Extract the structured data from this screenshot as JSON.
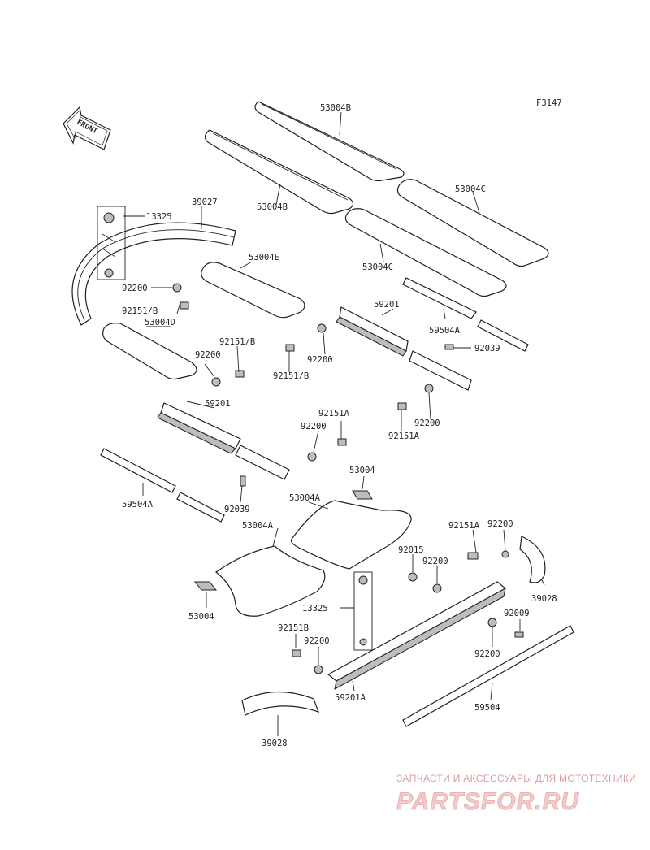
{
  "figure_code": "F3147",
  "front_arrow_label": "FRONT",
  "labels": {
    "p53004B_a": "53004B",
    "p53004B_b": "53004B",
    "p53004C_a": "53004C",
    "p53004C_b": "53004C",
    "p13325_a": "13325",
    "p39027": "39027",
    "p92200_a": "92200",
    "p53004E": "53004E",
    "p92151B_a": "92151/B",
    "p53004D": "53004D",
    "p59201_a": "59201",
    "p59504A_a": "59504A",
    "p92039_a": "92039",
    "p92200_b": "92200",
    "p92151B_b": "92151/B",
    "p92151B_c": "92151/B",
    "p92200_c": "92200",
    "p92200_d": "92200",
    "p59201_b": "59201",
    "p92151A_a": "92151A",
    "p92200_e": "92200",
    "p92151A_b": "92151A",
    "p59504A_b": "59504A",
    "p92039_b": "92039",
    "p53004_a": "53004",
    "p53004A_a": "53004A",
    "p53004A_b": "53004A",
    "p92151A_c": "92151A",
    "p92200_f": "92200",
    "p92015": "92015",
    "p92200_g": "92200",
    "p39028_a": "39028",
    "p53004_b": "53004",
    "p13325_b": "13325",
    "p92151B_d": "92151B",
    "p92200_h": "92200",
    "p92009": "92009",
    "p92200_i": "92200",
    "p59201A": "59201A",
    "p59504": "59504",
    "p39028_b": "39028"
  },
  "watermark": {
    "tagline": "ЗАПЧАСТИ И АКСЕССУАРЫ ДЛЯ МОТОТЕХНИКИ",
    "brand": "PARTSFOR.RU"
  }
}
